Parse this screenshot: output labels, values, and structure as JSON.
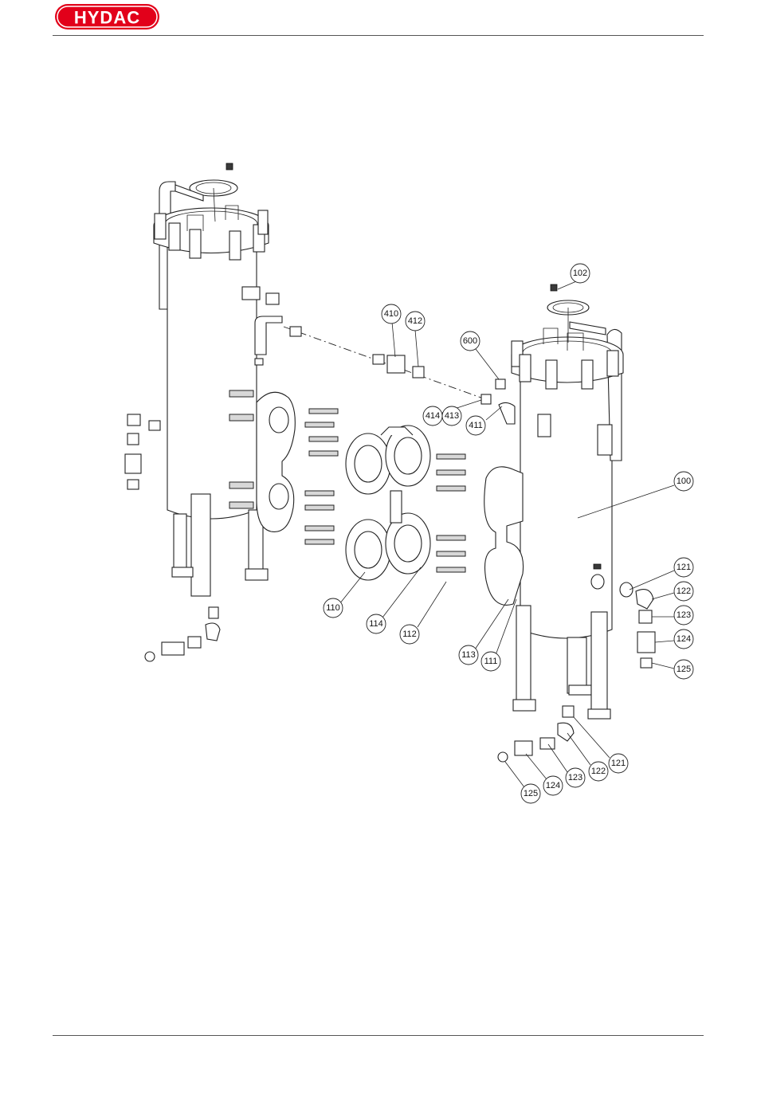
{
  "brand": {
    "logo_text": "HYDAC",
    "logo_color": "#e2001a"
  },
  "callouts": [
    {
      "id": "c102",
      "label": "102"
    },
    {
      "id": "c410",
      "label": "410"
    },
    {
      "id": "c412",
      "label": "412"
    },
    {
      "id": "c600",
      "label": "600"
    },
    {
      "id": "c414",
      "label": "414"
    },
    {
      "id": "c413",
      "label": "413"
    },
    {
      "id": "c411",
      "label": "411"
    },
    {
      "id": "c100",
      "label": "100"
    },
    {
      "id": "c121a",
      "label": "121"
    },
    {
      "id": "c122a",
      "label": "122"
    },
    {
      "id": "c123a",
      "label": "123"
    },
    {
      "id": "c124a",
      "label": "124"
    },
    {
      "id": "c125a",
      "label": "125"
    },
    {
      "id": "c110",
      "label": "110"
    },
    {
      "id": "c114",
      "label": "114"
    },
    {
      "id": "c112",
      "label": "112"
    },
    {
      "id": "c113",
      "label": "113"
    },
    {
      "id": "c111",
      "label": "111"
    },
    {
      "id": "c121b",
      "label": "121"
    },
    {
      "id": "c122b",
      "label": "122"
    },
    {
      "id": "c123b",
      "label": "123"
    },
    {
      "id": "c124b",
      "label": "124"
    },
    {
      "id": "c125b",
      "label": "125"
    }
  ]
}
